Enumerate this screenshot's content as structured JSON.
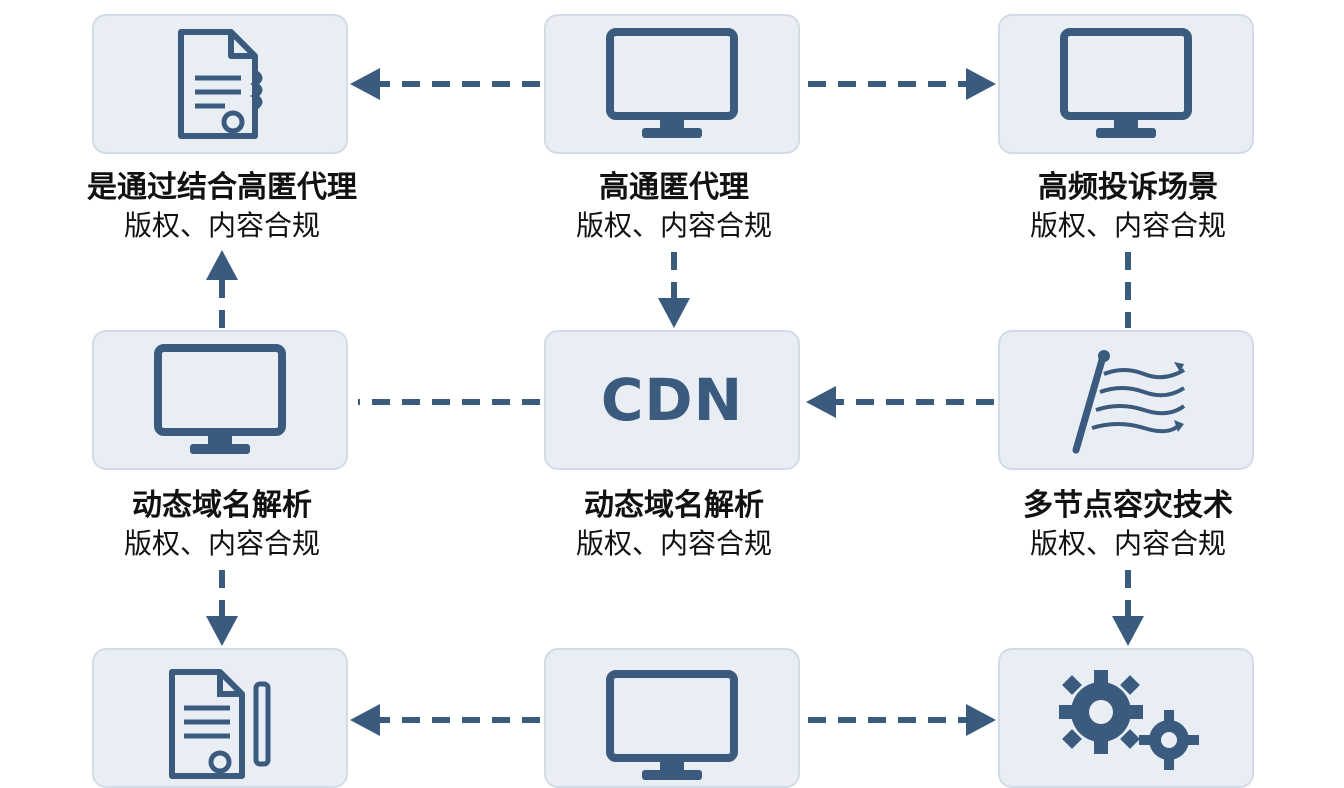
{
  "colors": {
    "node_fill": "#e9eef5",
    "node_border": "#d3dbe6",
    "icon": "#3a5a7e",
    "arrow": "#3a5a7e",
    "text": "#111111"
  },
  "nodes": {
    "top_left": {
      "icon": "document-icon",
      "title": "是通过结合高匿代理",
      "subtitle": "版权、内容合规"
    },
    "top_center": {
      "icon": "monitor-icon",
      "title": "高通匿代理",
      "subtitle": "版权、内容合规"
    },
    "top_right": {
      "icon": "monitor-icon",
      "title": "高频投诉场景",
      "subtitle": "版权、内容合规"
    },
    "mid_left": {
      "icon": "monitor-icon",
      "title": "动态域名解析",
      "subtitle": "版权、内容合规"
    },
    "mid_center": {
      "icon": "cdn-text",
      "text": "CDN",
      "title": "动态域名解析",
      "subtitle": "版权、内容合规"
    },
    "mid_right": {
      "icon": "pen-waves-icon",
      "title": "多节点容灾技术",
      "subtitle": "版权、内容合规"
    },
    "bot_left": {
      "icon": "document-pen-icon"
    },
    "bot_center": {
      "icon": "monitor-icon"
    },
    "bot_right": {
      "icon": "gears-icon"
    }
  }
}
